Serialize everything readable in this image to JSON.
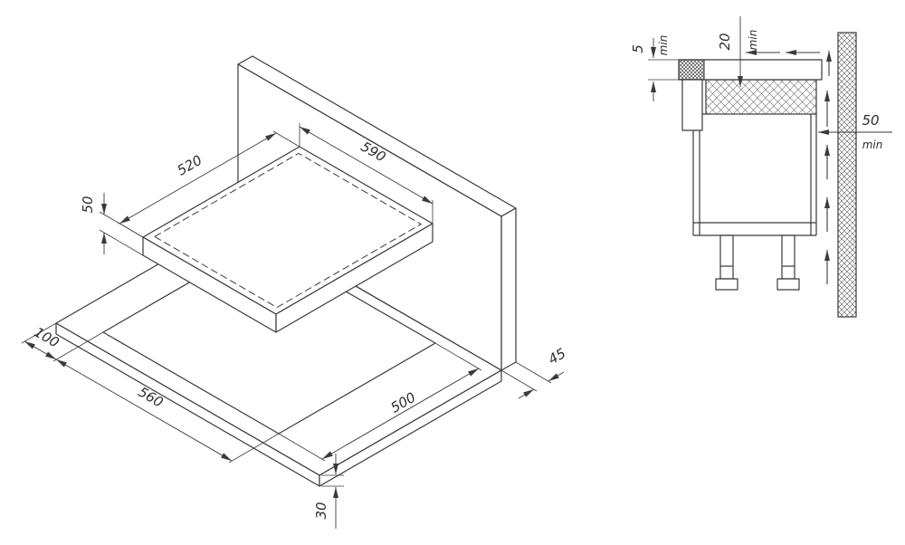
{
  "drawing": {
    "kind": "hob-installation-technical-drawing",
    "colors": {
      "line": "#3a3a3a",
      "background": "#ffffff",
      "text": "#2e2e2e"
    }
  },
  "iso": {
    "d520": "520",
    "d590": "590",
    "d50": "50",
    "d100": "100",
    "d560": "560",
    "d500": "500",
    "d45": "45",
    "d30": "30"
  },
  "sec": {
    "d5": "5",
    "d5u": "min",
    "d20": "20",
    "d20u": "min",
    "d50": "50",
    "d50u": "min"
  }
}
